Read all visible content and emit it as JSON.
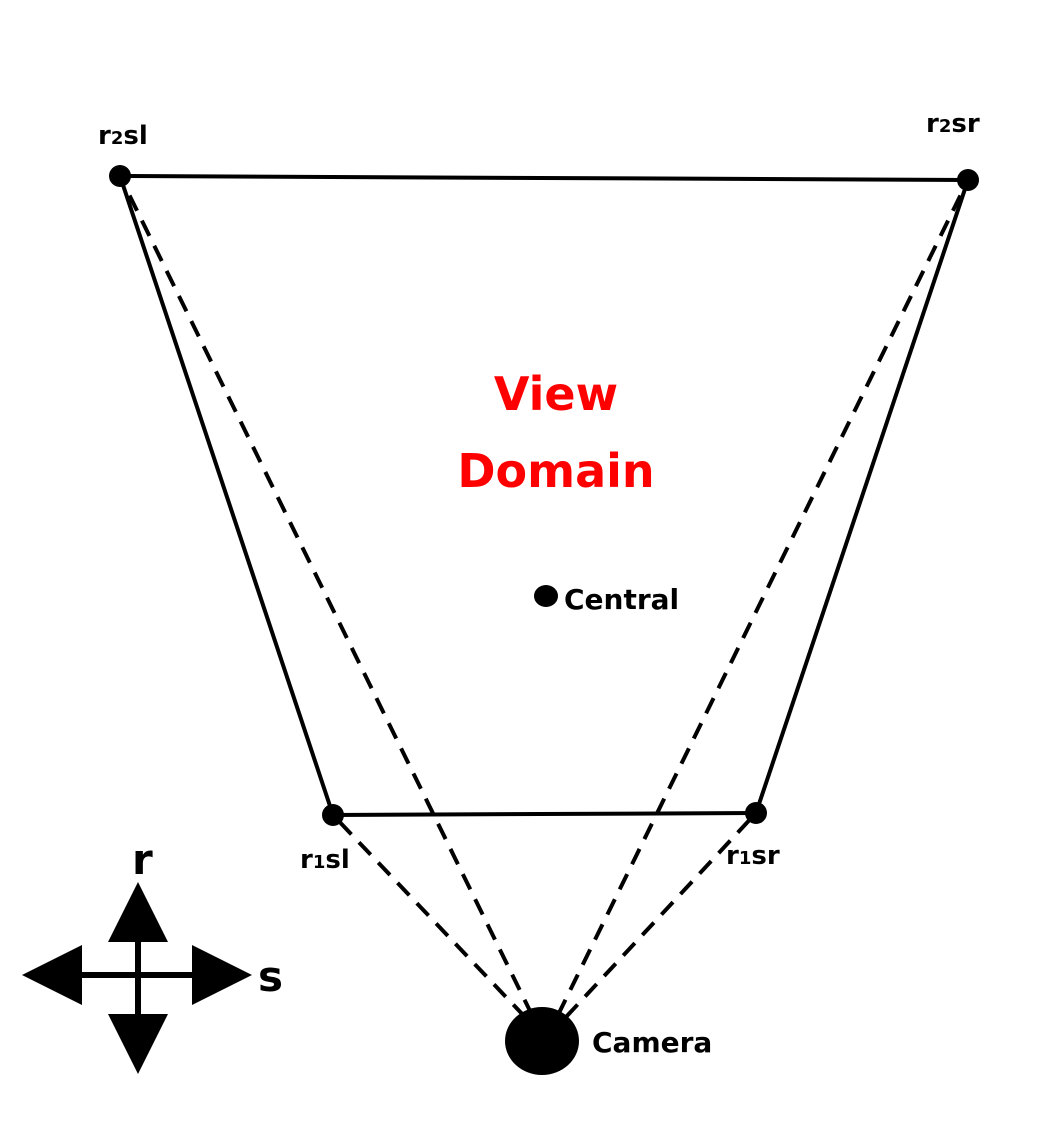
{
  "diagram": {
    "title_line1": "View",
    "title_line2": "Domain",
    "title_color": "#ff0000",
    "points": {
      "r2sl": {
        "r": "r",
        "sub": "2",
        "rest": "sl"
      },
      "r2sr": {
        "r": "r",
        "sub": "2",
        "rest": "sr"
      },
      "r1sl": {
        "r": "r",
        "sub": "1",
        "rest": "sl"
      },
      "r1sr": {
        "r": "r",
        "sub": "1",
        "rest": "sr"
      }
    },
    "central_label": "Central",
    "camera_label": "Camera",
    "axis_r_label": "r",
    "axis_s_label": "s"
  }
}
